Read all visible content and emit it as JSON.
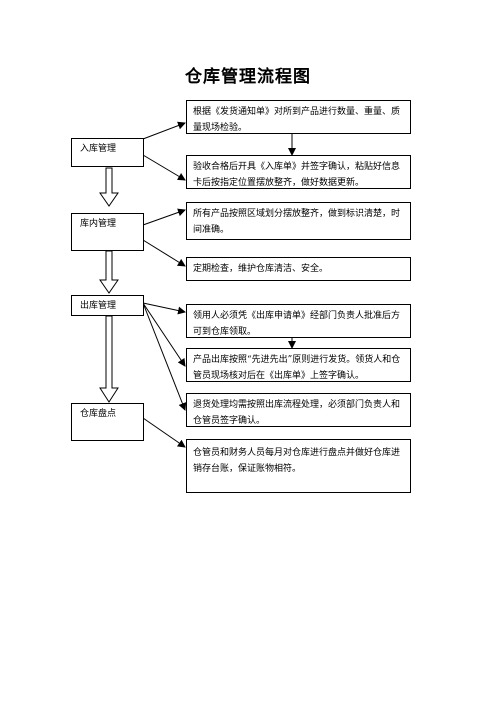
{
  "title": "仓库管理流程图",
  "categories": [
    "入库管理",
    "库内管理",
    "出库管理",
    "仓库盘点"
  ],
  "steps": [
    "根据《发货通知单》对所到产品进行数量、重量、质量现场检验。",
    "验收合格后开具《入库单》并签字确认，粘贴好信息卡后按指定位置摆放整齐，做好数据更新。",
    "所有产品按照区域划分摆放整齐，做到标识清楚，时间准确。",
    "定期检查，维护仓库清洁、安全。",
    "领用人必须凭《出库申请单》经部门负责人批准后方可到仓库领取。",
    "产品出库按照“先进先出”原则进行发货。领货人和仓管员现场核对后在《出库单》上签字确认。",
    "退货处理均需按照出库流程处理，必须部门负责人和仓管员签字确认。",
    "仓管员和财务人员每月对仓库进行盘点并做好仓库进销存台账，保证账物相符。"
  ]
}
